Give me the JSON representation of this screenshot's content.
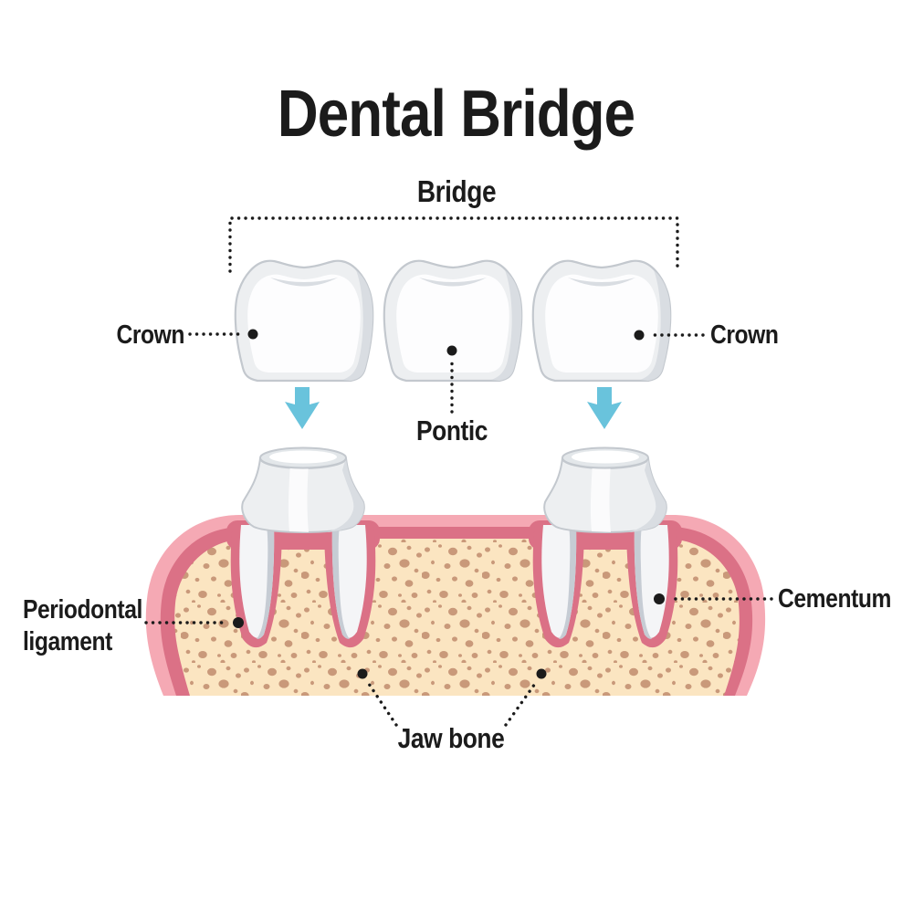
{
  "title": "Dental Bridge",
  "labels": {
    "bridge": "Bridge",
    "crown_left": "Crown",
    "crown_right": "Crown",
    "pontic": "Pontic",
    "periodontal_ligament": "Periodontal ligament",
    "cementum": "Cementum",
    "jaw_bone": "Jaw bone"
  },
  "colors": {
    "label_ink": "#1b1b1b",
    "arrow_blue": "#69c3dc",
    "gum_light": "#f5a9b4",
    "gum_dark": "#db7186",
    "bone_cream": "#fbe5c1",
    "bone_speckle": "#c9997a",
    "tooth_fill": "#edeff1",
    "tooth_white": "#fdfdfe",
    "tooth_shadow": "#d9dde2",
    "tooth_outline": "#c3c8ce"
  }
}
